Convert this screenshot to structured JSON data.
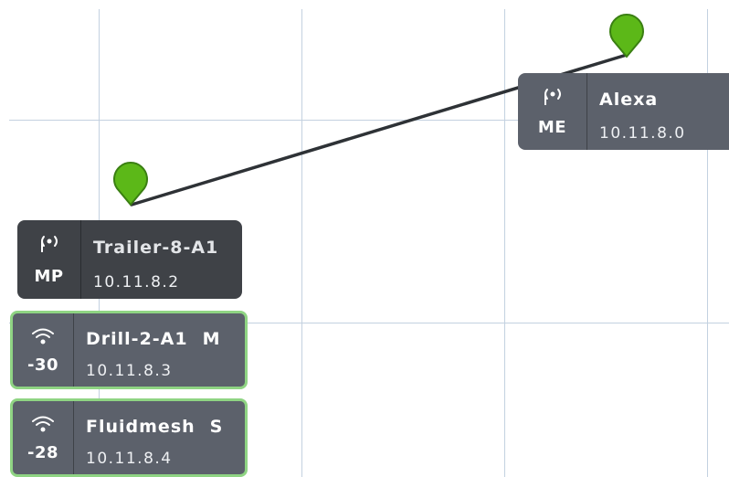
{
  "map": {
    "link_color": "#2e3236",
    "pin_color": "#5cb818",
    "pin_outline": "#3a7f12",
    "grid_color": "#c3d1e0",
    "selected_border_color": "#8fd483"
  },
  "nodes": [
    {
      "icon": "broadcast-antenna-icon",
      "code": "ME",
      "name": "Alexa",
      "ip": "10.11.8.0"
    },
    {
      "icon": "broadcast-antenna-icon",
      "code": "MP",
      "name": "Trailer-8-A1",
      "ip": "10.11.8.2"
    },
    {
      "icon": "wifi-signal-icon",
      "code": "-30",
      "name": "Drill-2-A1",
      "suffix": "M",
      "ip": "10.11.8.3"
    },
    {
      "icon": "wifi-signal-icon",
      "code": "-28",
      "name": "Fluidmesh",
      "suffix": "S",
      "ip": "10.11.8.4"
    }
  ]
}
